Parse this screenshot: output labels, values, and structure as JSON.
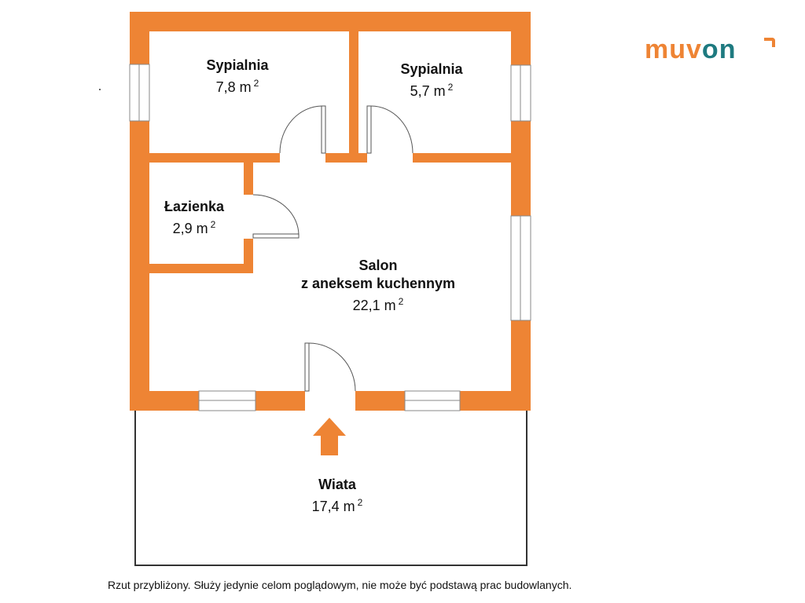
{
  "logo": {
    "part1": "muv",
    "part2": "on"
  },
  "rooms": [
    {
      "name": "Sypialnia",
      "area": "7,8 m",
      "unit_sup": "2"
    },
    {
      "name": "Sypialnia",
      "area": "5,7 m",
      "unit_sup": "2"
    },
    {
      "name": "Łazienka",
      "area": "2,9 m",
      "unit_sup": "2"
    },
    {
      "name": "Salon",
      "name2": "z aneksem kuchennym",
      "area": "22,1 m",
      "unit_sup": "2"
    },
    {
      "name": "Wiata",
      "area": "17,4 m",
      "unit_sup": "2"
    }
  ],
  "note": "Rzut przybliżony. Służy jedynie celom poglądowym, nie może być podstawą prac budowlanych.",
  "colors": {
    "wall": "#EE8434",
    "logo_teal": "#1E7A80"
  }
}
